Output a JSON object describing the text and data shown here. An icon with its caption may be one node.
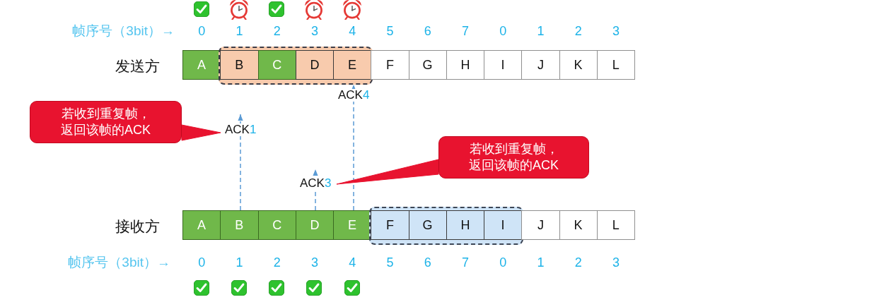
{
  "diagram": {
    "nodes": [
      {
        "text": [
          "A"
        ],
        "beside": [
          "0"
        ]
      },
      {
        "text": [],
        "shape": "box"
      },
      {
        "text": [
          "B"
        ],
        "in": 1,
        "beside": [
          "1"
        ]
      },
      {
        "text": [
          "C"
        ],
        "in": 1,
        "beside": [
          "2"
        ]
      },
      {
        "text": [
          "D"
        ],
        "in": 1,
        "beside": [
          "3"
        ]
      },
      {
        "text": [
          "E"
        ],
        "in": 1,
        "beside": [
          "4"
        ]
      },
      {
        "text": [
          "F"
        ],
        "beside": [
          "5"
        ]
      },
      {
        "text": [
          "G"
        ],
        "beside": [
          "6"
        ]
      },
      {
        "text": [
          "H"
        ],
        "beside": [
          "7"
        ]
      },
      {
        "text": [
          "I"
        ],
        "beside": [
          "0"
        ]
      },
      {
        "text": [
          "J"
        ],
        "beside": [
          "1"
        ]
      },
      {
        "text": [
          "K"
        ],
        "beside": [
          "2"
        ]
      },
      {
        "text": [
          "L"
        ],
        "beside": [
          "3"
        ]
      },
      {
        "text": [
          "若收到重复帧，返回该帧的ACK"
        ]
      },
      {
        "text": [
          "若收到重复帧，返回该帧的ACK"
        ]
      },
      {
        "text": [
          "A"
        ],
        "beside": [
          "0"
        ]
      },
      {
        "text": [
          "B"
        ],
        "beside": [
          "1"
        ]
      },
      {
        "text": [
          "C"
        ],
        "beside": [
          "2"
        ]
      },
      {
        "text": [
          "D"
        ],
        "beside": [
          "3"
        ]
      },
      {
        "text": [
          "E"
        ],
        "beside": [
          "4"
        ]
      },
      {
        "text": [],
        "shape": "box"
      },
      {
        "text": [
          "F"
        ],
        "in": 20,
        "beside": [
          "5"
        ]
      },
      {
        "text": [
          "G"
        ],
        "in": 20,
        "beside": [
          "6"
        ]
      },
      {
        "text": [
          "H"
        ],
        "in": 20,
        "beside": [
          "7"
        ]
      },
      {
        "text": [
          "I"
        ],
        "in": 20,
        "beside": [
          "0"
        ]
      },
      {
        "text": [
          "J"
        ],
        "beside": [
          "1"
        ]
      },
      {
        "text": [
          "K"
        ],
        "beside": [
          "2"
        ]
      },
      {
        "text": [
          "L"
        ],
        "beside": [
          "3"
        ]
      }
    ],
    "edges": [
      {
        "from": 19,
        "to": 1,
        "arrow": "to",
        "label": "ACK4",
        "style": "dashed"
      },
      {
        "from": 16,
        "to": null,
        "arrow": "to",
        "label": "ACK1",
        "style": "dashed"
      },
      {
        "from": 13,
        "to": null,
        "arrow": "to",
        "style": "thick",
        "color": "#e8132f"
      },
      {
        "from": 18,
        "to": null,
        "arrow": "to",
        "label": "ACK3",
        "style": "dashed"
      },
      {
        "from": 14,
        "to": null,
        "arrow": "to",
        "style": "thick",
        "color": "#e8132f"
      }
    ],
    "labels": [
      "帧序号（3bit）→",
      "发送方",
      "接收方",
      "帧序号（3bit）→"
    ]
  }
}
